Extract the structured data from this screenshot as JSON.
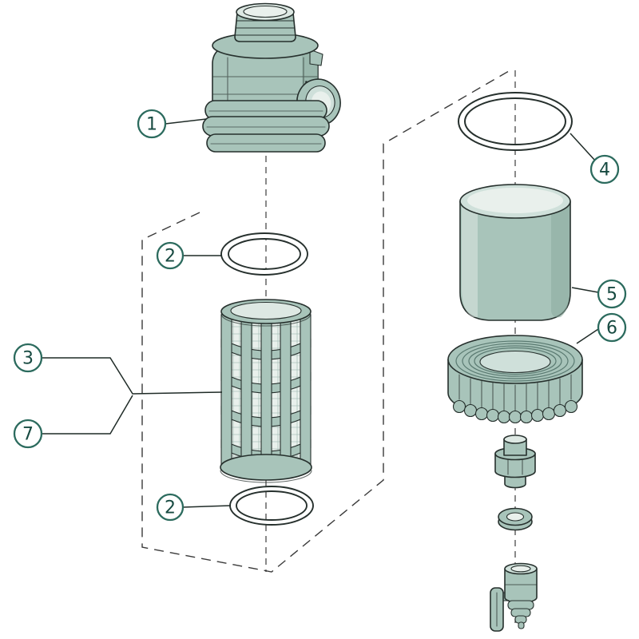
{
  "diagram": {
    "kind": "exploded-parts-diagram",
    "callouts": {
      "c1": "1",
      "c2_top": "2",
      "c2_bottom": "2",
      "c3": "3",
      "c4": "4",
      "c5": "5",
      "c6": "6",
      "c7": "7"
    },
    "colors": {
      "part_fill": "#a8c4ba",
      "part_shadow": "#8bab9f",
      "part_highlight": "#d9e6e0",
      "outline": "#26302d",
      "callout_ring": "#2c6b5e",
      "callout_number": "#174a41",
      "background": "#ffffff"
    }
  }
}
